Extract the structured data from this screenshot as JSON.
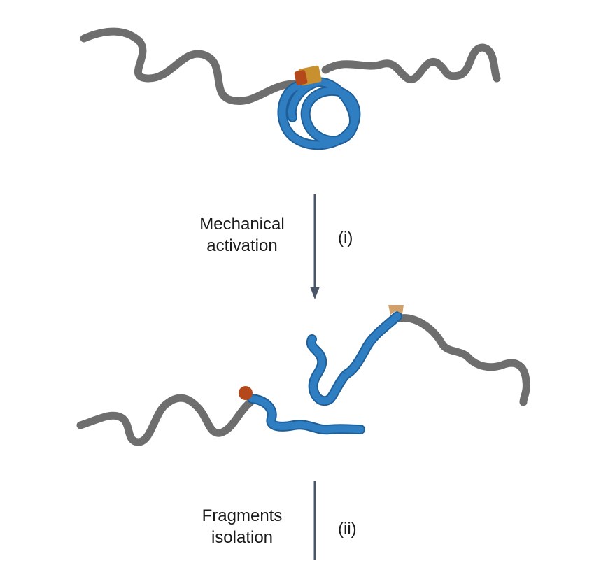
{
  "steps": [
    {
      "label_lines": [
        "Mechanical",
        "activation"
      ],
      "roman": "(i)"
    },
    {
      "label_lines": [
        "Fragments",
        "isolation"
      ],
      "roman": "(ii)"
    }
  ],
  "colors": {
    "polymer": "#6e6e6e",
    "polymer_light": "#9a9a9a",
    "knot": "#2f7ec1",
    "knot_light": "#6fb0e3",
    "stopper": "#c9902f",
    "stopper_dark": "#b5481b",
    "cap": "#d2a06a",
    "arrow": "#4a5568",
    "text": "#1a1a1a"
  }
}
